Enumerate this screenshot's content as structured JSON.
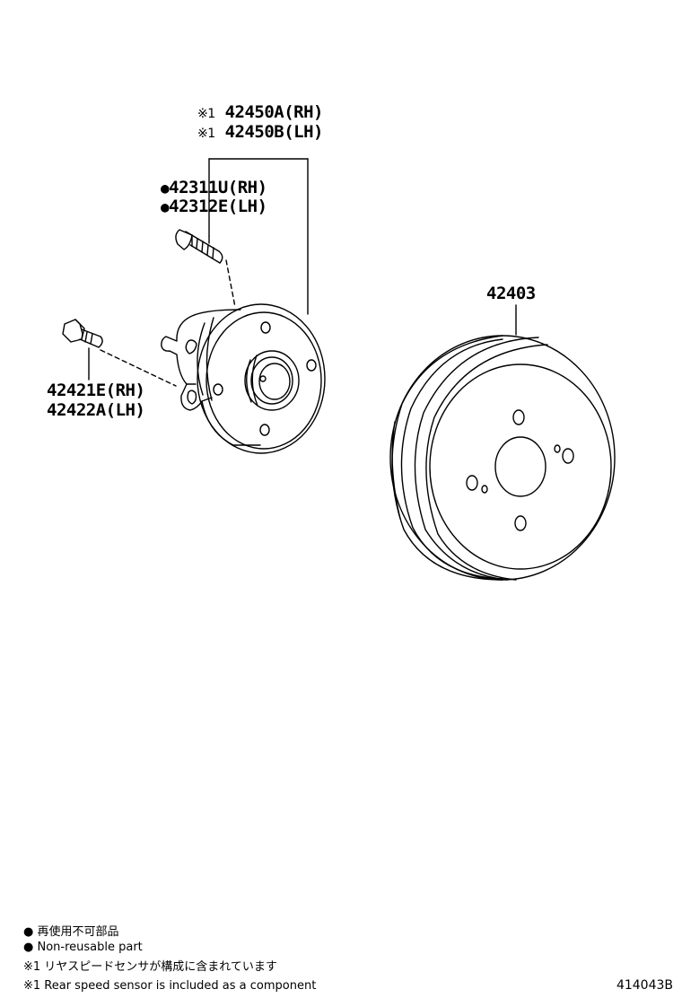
{
  "callouts": {
    "hub_rh": {
      "mark": "※1",
      "part": "42450A(RH)"
    },
    "hub_lh": {
      "mark": "※1",
      "part": "42450B(LH)"
    },
    "bolt_rh": {
      "mark": "●",
      "part": "42311U(RH)"
    },
    "bolt_lh": {
      "mark": "●",
      "part": "42312E(LH)"
    },
    "drum": {
      "part": "42403"
    },
    "screw_rh": {
      "part": "42421E(RH)"
    },
    "screw_lh": {
      "part": "42422A(LH)"
    }
  },
  "legend": {
    "nonreusable_jp": "● 再使用不可部品",
    "nonreusable_en": "● Non-reusable part",
    "sensor_jp": "※1 リヤスピードセンサが構成に含まれています",
    "sensor_en": "※1 Rear speed sensor is included as a component"
  },
  "diagram_code": "414043B"
}
